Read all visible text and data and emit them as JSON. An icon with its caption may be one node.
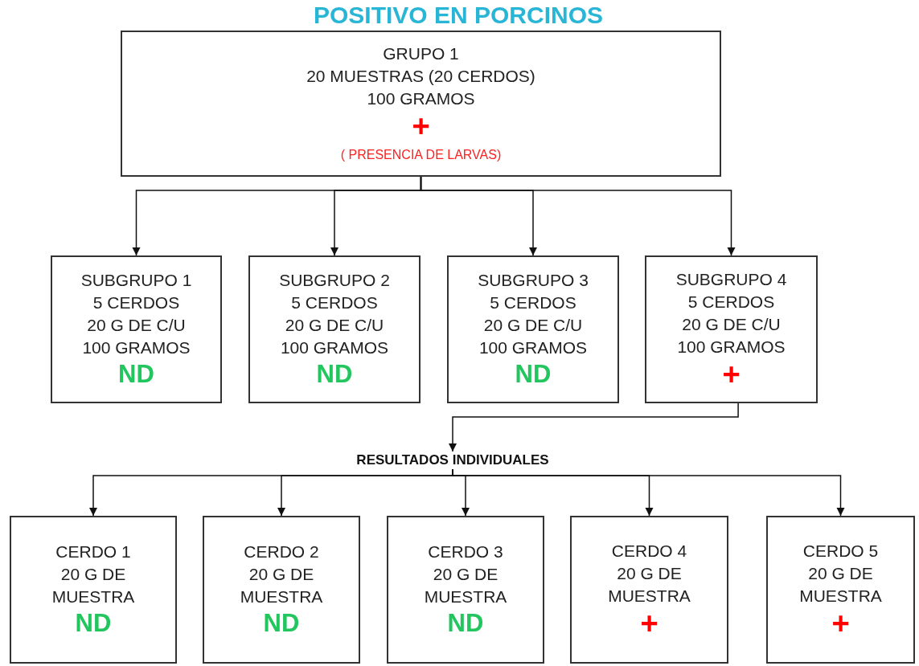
{
  "diagram": {
    "title": "POSITIVO EN PORCINOS",
    "nodes": [
      {
        "text": [
          "GRUPO 1",
          "20 MUESTRAS (20 CERDOS)",
          "100 GRAMOS",
          "+",
          "( PRESENCIA DE LARVAS)"
        ]
      },
      {
        "text": [
          "SUBGRUPO 1",
          "5 CERDOS",
          "20 G DE C/U",
          "100 GRAMOS",
          "ND"
        ]
      },
      {
        "text": [
          "SUBGRUPO 2",
          "5 CERDOS",
          "20 G DE C/U",
          "100 GRAMOS",
          "ND"
        ]
      },
      {
        "text": [
          "SUBGRUPO 3",
          "5 CERDOS",
          "20 G DE C/U",
          "100 GRAMOS",
          "ND"
        ]
      },
      {
        "text": [
          "SUBGRUPO 4",
          "5 CERDOS",
          "20 G DE C/U",
          "100 GRAMOS",
          "+"
        ]
      },
      {
        "text": [
          "RESULTADOS INDIVIDUALES"
        ]
      },
      {
        "text": [
          "CERDO 1",
          "20 G DE",
          "MUESTRA",
          "ND"
        ]
      },
      {
        "text": [
          "CERDO 2",
          "20 G DE",
          "MUESTRA",
          "ND"
        ]
      },
      {
        "text": [
          "CERDO 3",
          "20 G DE",
          "MUESTRA",
          "ND"
        ]
      },
      {
        "text": [
          "CERDO 4",
          "20 G DE",
          "MUESTRA",
          "+"
        ]
      },
      {
        "text": [
          "CERDO 5",
          "20 G DE",
          "MUESTRA",
          "+"
        ]
      }
    ],
    "edges": [
      {
        "from": 0,
        "to": 1,
        "arrow": "to"
      },
      {
        "from": 0,
        "to": 2,
        "arrow": "to"
      },
      {
        "from": 0,
        "to": 3,
        "arrow": "to"
      },
      {
        "from": 0,
        "to": 4,
        "arrow": "to"
      },
      {
        "from": 4,
        "to": 5,
        "arrow": "to"
      },
      {
        "from": 5,
        "to": 6,
        "arrow": "to"
      },
      {
        "from": 5,
        "to": 7,
        "arrow": "to"
      },
      {
        "from": 5,
        "to": 8,
        "arrow": "to"
      },
      {
        "from": 5,
        "to": 9,
        "arrow": "to"
      },
      {
        "from": 5,
        "to": 10,
        "arrow": "to"
      }
    ]
  }
}
